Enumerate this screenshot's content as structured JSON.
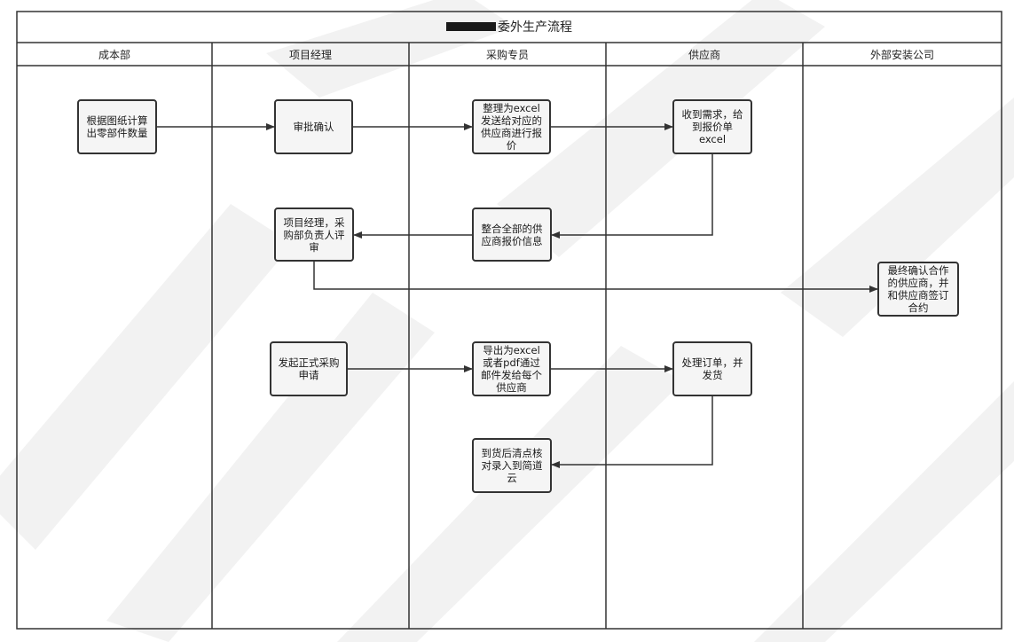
{
  "diagram": {
    "title_text": "委外生产流程",
    "lanes": [
      "成本部",
      "项目经理",
      "采购专员",
      "供应商",
      "外部安装公司"
    ],
    "nodes": [
      {
        "id": "n1",
        "text": "根据图纸计算\n出零部件数量"
      },
      {
        "id": "n2",
        "text": "审批确认"
      },
      {
        "id": "n3",
        "text": "整理为excel\n发送给对应的\n供应商进行报\n价"
      },
      {
        "id": "n4",
        "text": "收到需求，给\n到报价单\nexcel"
      },
      {
        "id": "n5",
        "text": "整合全部的供\n应商报价信息"
      },
      {
        "id": "n6",
        "text": "项目经理，采\n购部负责人评\n审"
      },
      {
        "id": "n7",
        "text": "最终确认合作\n的供应商，并\n和供应商签订\n合约"
      },
      {
        "id": "n8",
        "text": "发起正式采购\n申请"
      },
      {
        "id": "n9",
        "text": "导出为excel\n或者pdf通过\n邮件发给每个\n供应商"
      },
      {
        "id": "n10",
        "text": "处理订单，并\n发货"
      },
      {
        "id": "n11",
        "text": "到货后清点核\n对录入到简道\n云"
      }
    ],
    "edges": [
      {
        "from": "n1",
        "to": "n2"
      },
      {
        "from": "n2",
        "to": "n3"
      },
      {
        "from": "n3",
        "to": "n4"
      },
      {
        "from": "n4",
        "to": "n5"
      },
      {
        "from": "n5",
        "to": "n6"
      },
      {
        "from": "n6",
        "to": "n7"
      },
      {
        "from": "n8",
        "to": "n9"
      },
      {
        "from": "n9",
        "to": "n10"
      },
      {
        "from": "n10",
        "to": "n11"
      }
    ]
  },
  "colors": {
    "line": "#333333",
    "node_fill": "#f5f5f5",
    "watermark": "#f1f1f1"
  }
}
